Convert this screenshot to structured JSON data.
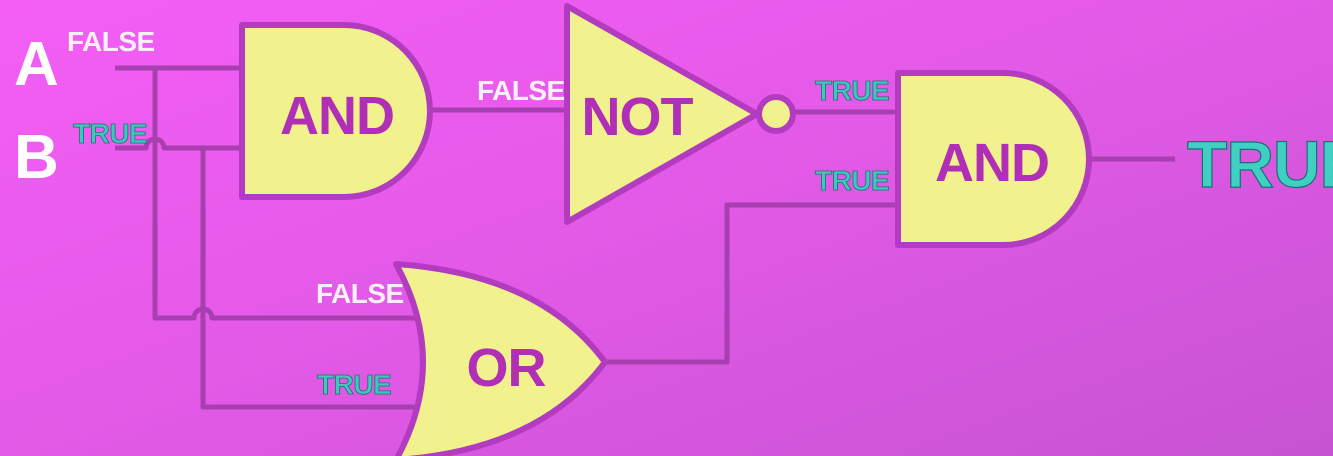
{
  "inputs": {
    "a": {
      "name": "A",
      "value": "FALSE"
    },
    "b": {
      "name": "B",
      "value": "TRUE"
    }
  },
  "gates": {
    "and1": {
      "label": "AND",
      "output": "FALSE"
    },
    "not1": {
      "label": "NOT",
      "output": "TRUE"
    },
    "or1": {
      "label": "OR",
      "input_top": "FALSE",
      "input_bottom": "TRUE"
    },
    "and2": {
      "label": "AND",
      "input_bottom": "TRUE",
      "output": "TRUE"
    }
  },
  "colors": {
    "background": "#f45ef5",
    "gate_fill": "#f1f28e",
    "gate_stroke": "#b33bbf",
    "wire": "#a83fb0",
    "true_text": "#3fc7bf",
    "false_text": "#f7f0f7"
  }
}
